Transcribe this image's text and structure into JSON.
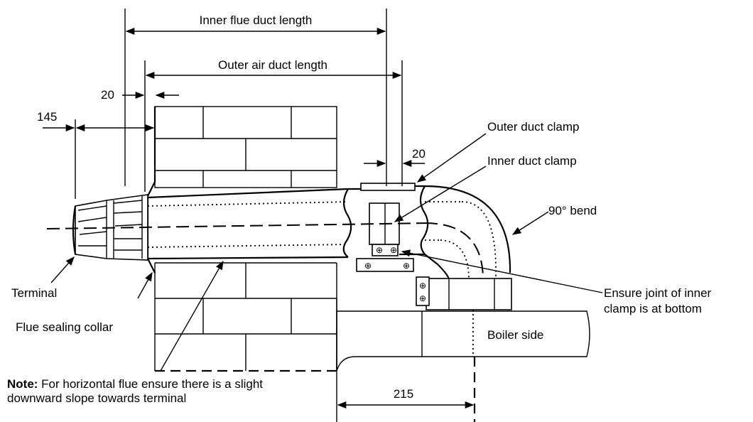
{
  "labels": {
    "inner_flue_duct_length": "Inner flue duct length",
    "outer_air_duct_length": "Outer air duct length",
    "dim_20_left": "20",
    "dim_145": "145",
    "outer_duct_clamp": "Outer duct clamp",
    "dim_20_right": "20",
    "inner_duct_clamp": "Inner duct clamp",
    "bend_90": "90° bend",
    "terminal": "Terminal",
    "flue_sealing_collar": "Flue sealing collar",
    "ensure_joint_line1": "Ensure joint of inner",
    "ensure_joint_line2": "clamp is at bottom",
    "boiler_side": "Boiler side",
    "dim_215": "215"
  },
  "note": {
    "prefix": "Note:",
    "text": " For horizontal flue ensure there is a slight downward slope towards terminal"
  }
}
